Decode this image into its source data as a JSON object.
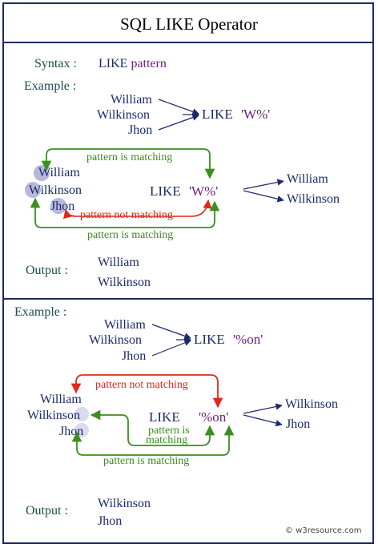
{
  "title": "SQL LIKE  Operator",
  "section1": {
    "syntax_label": "Syntax :",
    "syntax_keyword": "LIKE",
    "syntax_arg": "pattern",
    "example_label": "Example :",
    "names": [
      "William",
      "Wilkinson",
      "Jhon"
    ],
    "operator": "LIKE",
    "pattern": "'W%'",
    "match_top_label": "pattern is matching",
    "not_match_label": "pattern not matching",
    "match_bottom_label": "pattern is matching",
    "results": [
      "William",
      "Wilkinson"
    ],
    "output_label": "Output :",
    "output": [
      "William",
      "Wilkinson"
    ]
  },
  "section2": {
    "example_label": "Example :",
    "names": [
      "William",
      "Wilkinson",
      "Jhon"
    ],
    "operator": "LIKE",
    "pattern": "'%on'",
    "not_match_label": "pattern not matching",
    "match_inner_label_1": "pattern is",
    "match_inner_label_2": "matching",
    "match_bottom_label": "pattern is matching",
    "results": [
      "Wilkinson",
      "Jhon"
    ],
    "output_label": "Output :",
    "output": [
      "Wilkinson",
      "Jhon"
    ]
  },
  "footer": {
    "credit": "© w3resource.com"
  },
  "colors": {
    "navy": "#1b2a6b",
    "purple": "#6b1f7a",
    "green": "#3a8f1e",
    "red": "#e2281b"
  }
}
